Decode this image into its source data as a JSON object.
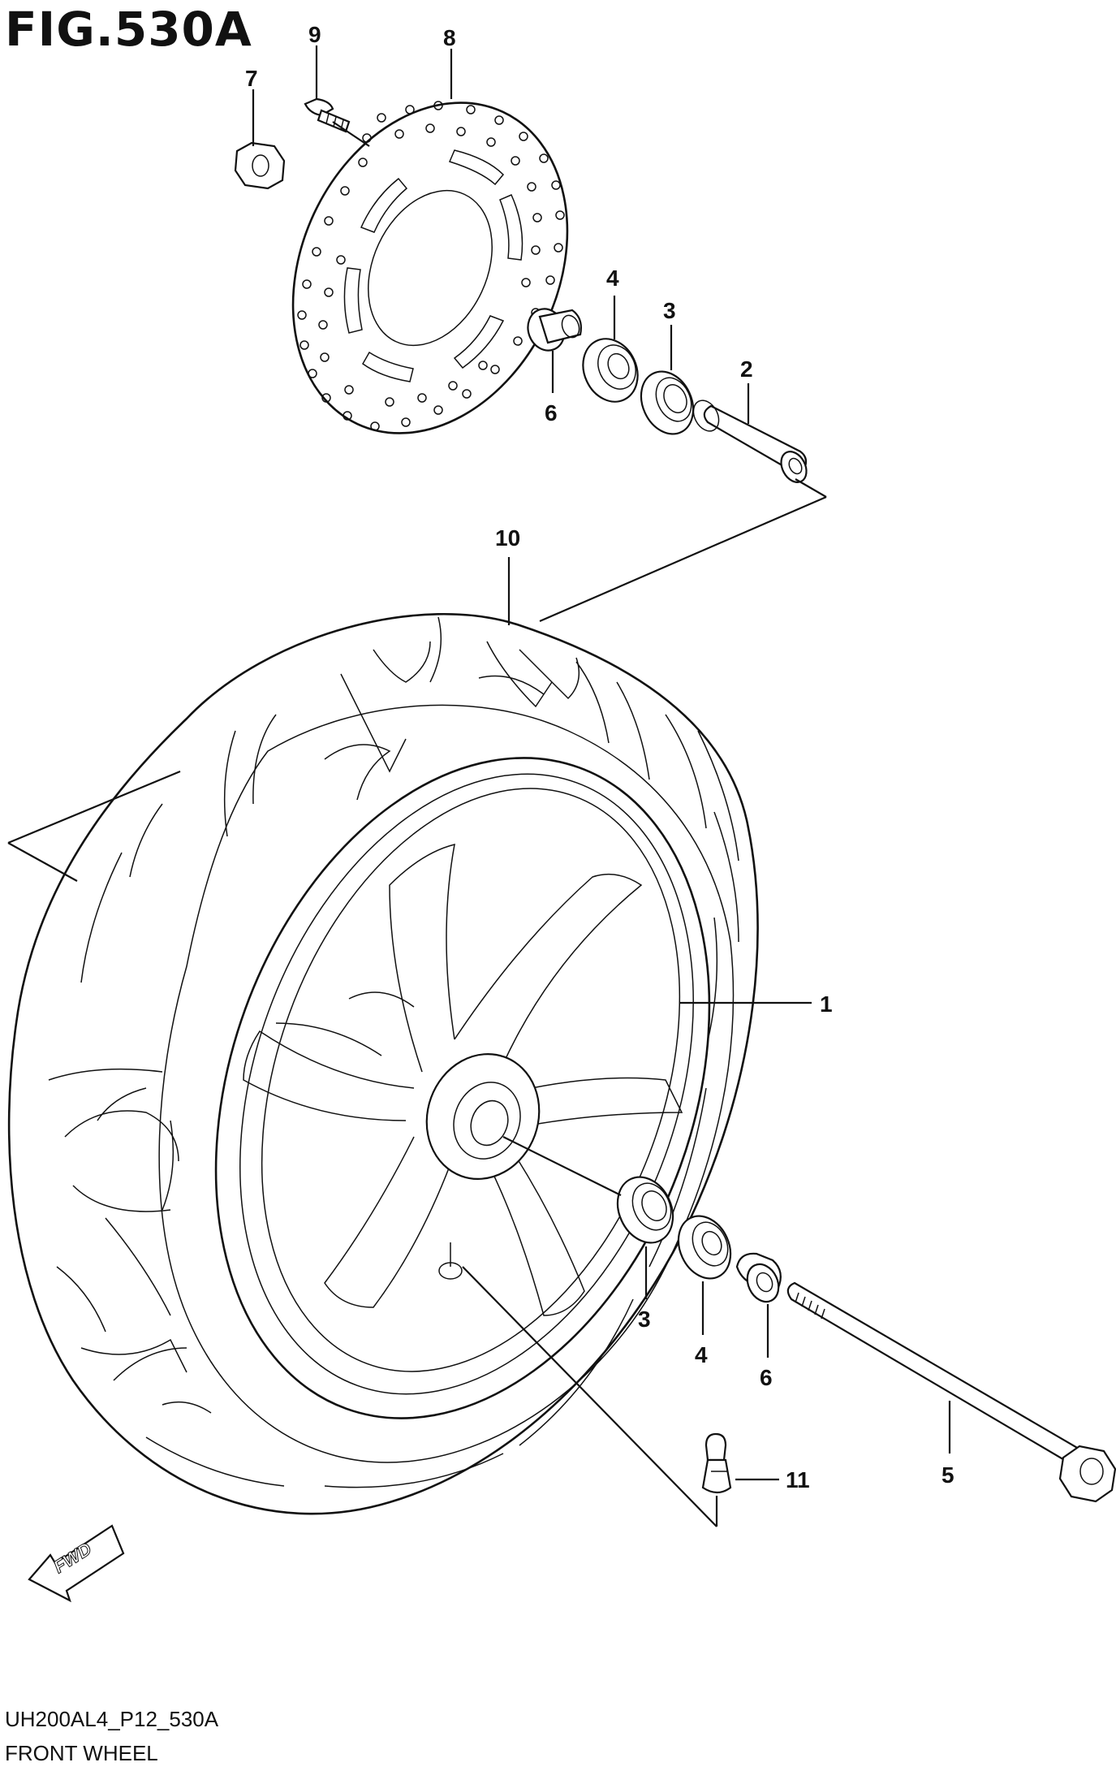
{
  "figure": {
    "title": "FIG.530A",
    "code": "UH200AL4_P12_530A",
    "name": "FRONT WHEEL",
    "direction_badge": "FWD"
  },
  "callouts": {
    "c1": "1",
    "c2": "2",
    "c3_top": "3",
    "c3_bottom": "3",
    "c4_top": "4",
    "c4_bottom": "4",
    "c5": "5",
    "c6_top": "6",
    "c6_bottom": "6",
    "c7": "7",
    "c8": "8",
    "c9": "9",
    "c10": "10",
    "c11": "11"
  },
  "colors": {
    "line": "#111111",
    "background": "#ffffff"
  }
}
